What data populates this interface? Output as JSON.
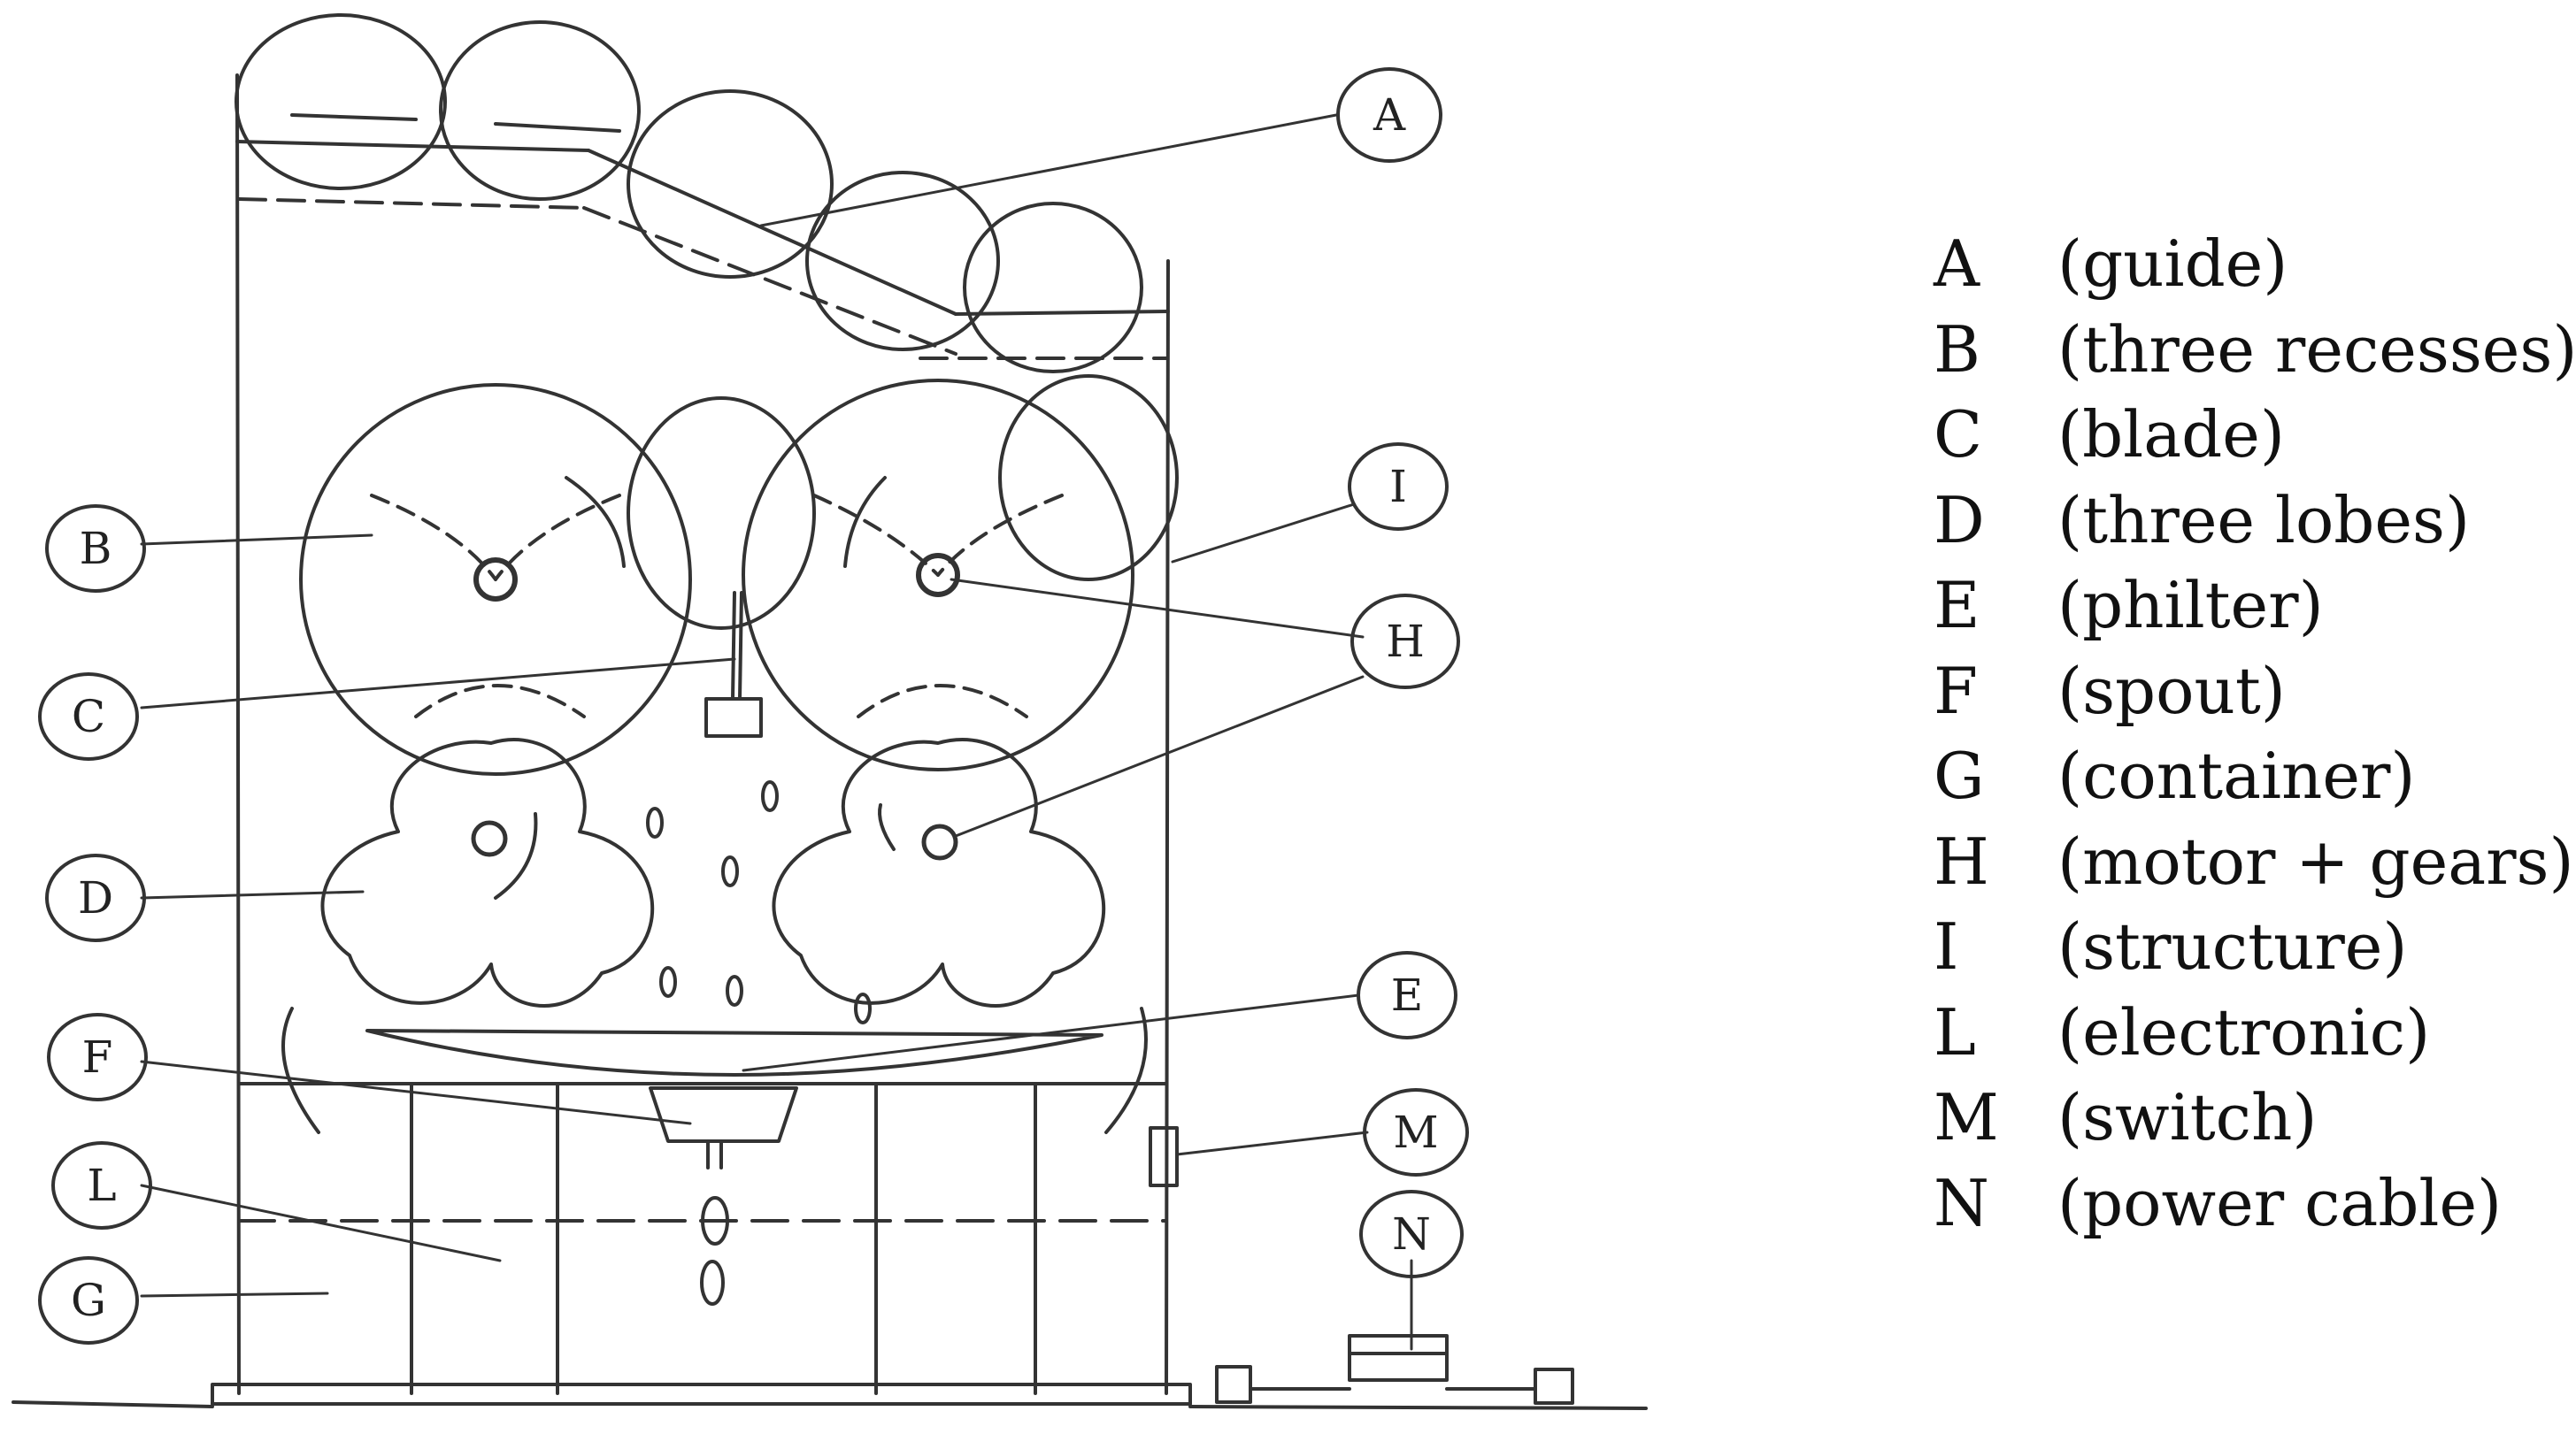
{
  "callouts": [
    "A",
    "B",
    "C",
    "D",
    "E",
    "F",
    "G",
    "H",
    "I",
    "L",
    "M",
    "N"
  ],
  "legend": [
    {
      "key": "A",
      "label": "(guide)"
    },
    {
      "key": "B",
      "label": "(three recesses)"
    },
    {
      "key": "C",
      "label": "(blade)"
    },
    {
      "key": "D",
      "label": "(three lobes)"
    },
    {
      "key": "E",
      "label": "(philter)"
    },
    {
      "key": "F",
      "label": "(spout)"
    },
    {
      "key": "G",
      "label": "(container)"
    },
    {
      "key": "H",
      "label": "(motor + gears)"
    },
    {
      "key": "I",
      "label": "(structure)"
    },
    {
      "key": "L",
      "label": "(electronic)"
    },
    {
      "key": "M",
      "label": "(switch)"
    },
    {
      "key": "N",
      "label": "(power cable)"
    }
  ]
}
